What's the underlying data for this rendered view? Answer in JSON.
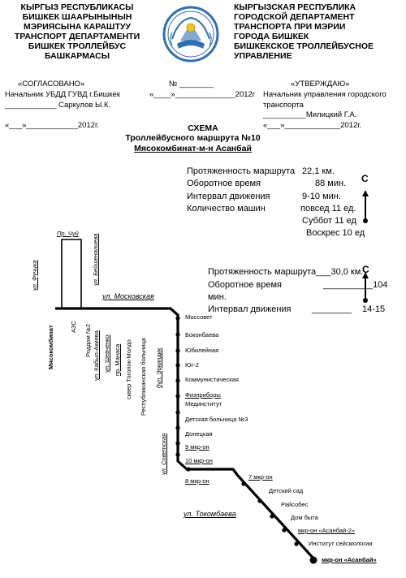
{
  "header": {
    "left": [
      "КЫРГЫЗ РЕСПУБЛИКАСЫ",
      "БИШКЕК ШААРЫНЫНЫН",
      "МЭРИЯСЫНА КАРАШТУУ",
      "ТРАНСПОРТ ДЕПАРТАМЕНТИ",
      "БИШКЕК ТРОЛЛЕЙБУС",
      "БАШКАРМАСЫ"
    ],
    "right": [
      "КЫРГЫЗСКАЯ РЕСПУБЛИКА",
      "ГОРОДСКОЙ ДЕПАРТАМЕНТ",
      "ТРАНСПОРТА ПРИ МЭРИИ",
      "ГОРОДА БИШКЕК",
      "БИШКЕКСКОЕ ТРОЛЛЕЙБУСНОЕ",
      "УПРАВЛЕНИЕ"
    ]
  },
  "approval": {
    "agreed": "«СОГЛАСОВАНО»",
    "agreed_by": "Начальник УБДД ГУВД г.Бишкек",
    "agreed_sign": "____________ Саркулов Ы.К.",
    "agreed_date": "«___»____________2012г.",
    "number": "№ ________",
    "number_date": "«____»______________2012г",
    "approved": "«УТВЕРЖДАЮ»",
    "approved_by_1": "Начальник управления городского",
    "approved_by_2": "транспорта",
    "approved_sign": "__________Милицкий Г.А.",
    "approved_date": "«___»_____________2012г."
  },
  "title": {
    "main": "СХЕМА",
    "sub": "Троллейбусного маршрута №10",
    "route": "Мясокомбинат-м-н Асанбай"
  },
  "info_block_1": {
    "rows": [
      {
        "label": "Протяженность маршрута",
        "value": "22,1 км."
      },
      {
        "label": "Оборотное время",
        "value": "88 мин."
      },
      {
        "label": "Интервал движения",
        "value": "9-10 мин."
      },
      {
        "label": "Количество машин",
        "value": "повсед 11 ед."
      }
    ],
    "extra_1": "Суббот 11 ед",
    "extra_2": "Воскрес 10 ед",
    "compass": "С"
  },
  "info_block_2": {
    "row_1": "Протяженность маршрута___30,0 км.",
    "row_2_label": "Оборотное время",
    "row_2_value": "__________104",
    "row_2_unit": "мин.",
    "row_3_label": "Интервал движения",
    "row_3_value": "________",
    "row_3_extra": "14-15",
    "compass": "С"
  },
  "streets": {
    "pr_chuy": "Пр. Чуй",
    "ul_fuchika": "ул. Фучика",
    "ul_beyshenalieva": "ул. Бейшеналиева",
    "ul_moskovskaya": "ул. Московская",
    "ul_sovetskaya": "ул. Советская",
    "ul_tokombaeva": "ул. Токомбаева"
  },
  "vertical_stops": [
    "Мясокомбинат",
    "АЗС",
    "Роддом №2",
    "ул. Кабыл-Акиева",
    "ул. Шевченко",
    "пр. Манаса",
    "сквер Тоголок-Молдо",
    "Республиканская больница",
    "бул. Эркиндик"
  ],
  "route_stops": [
    "Моссовет",
    "Боконбаева",
    "Юбилейная",
    "Юг-2",
    "Коммунистическая",
    "Физприборы",
    "Мединститут",
    "Детская больница №3",
    "Донецкая",
    "9 мкр-он",
    "10 мкр-он",
    "8 мкр-он",
    "7 мкр-он",
    "Детский сад",
    "Райсобес",
    "Дом быта",
    "мкр-он «Асанбай-2»",
    "Институт сейсмологии",
    "мкр-он «Асанбай»"
  ],
  "colors": {
    "line": "#000000",
    "emblem_blue": "#2e6fb8"
  }
}
